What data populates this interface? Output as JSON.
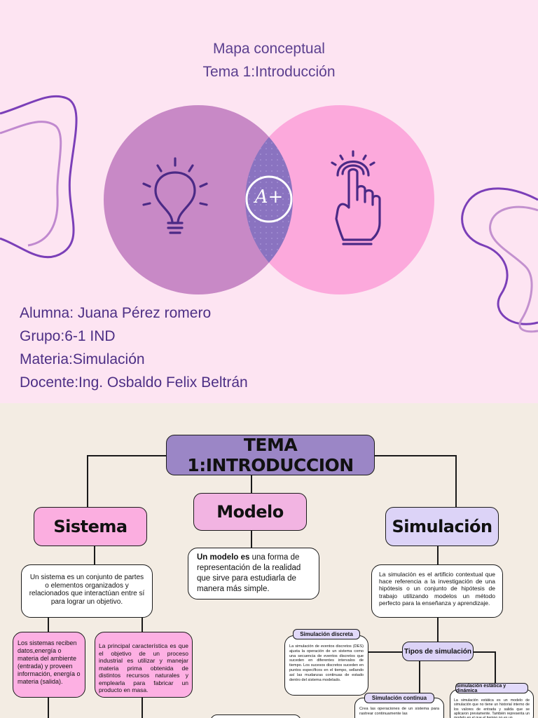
{
  "cover": {
    "title_line1": "Mapa conceptual",
    "title_line2": "Tema 1:Introducción",
    "center_badge": "A+",
    "student": "Alumna: Juana Pérez romero",
    "group": "Grupo:6-1 IND",
    "subject": "Materia:Simulación",
    "teacher": "Docente:Ing. Osbaldo Felix Beltrán",
    "colors": {
      "background": "#fde4f2",
      "left_circle": "#c889c6",
      "right_circle": "#fca9dc",
      "overlap": "#8a73c0",
      "icon": "#4b2a86"
    },
    "icons": [
      "lightbulb-icon",
      "a-plus-icon",
      "touch-hand-icon"
    ]
  },
  "concept_map": {
    "main_title": "TEMA 1:INTRODUCCION",
    "sistema": {
      "label": "Sistema",
      "definition": "Un sistema es un conjunto de partes o elementos organizados y relacionados que interactúan entre sí para lograr un objetivo.",
      "detail_left": "Los sistemas reciben datos,energía o materia del ambiente (entrada) y proveen información, energía o materia (salida).",
      "detail_right": "La principal característica es que el objetivo de un proceso industrial es utilizar y manejar materia prima obtenida de distintos recursos naturales y emplearla para fabricar un producto en masa."
    },
    "modelo": {
      "label": "Modelo",
      "definition_bold": "Un modelo es",
      "definition_rest": " una forma de representación de la realidad que sirve para estudiarla de manera más simple."
    },
    "simulacion": {
      "label": "Simulación",
      "definition": "La simulación es el artificio contextual que hace referencia a la investigación de una hipótesis o un conjunto de hipótesis de trabajo utilizando modelos un método perfecto para la enseñanza y aprendizaje.",
      "types_label": "Tipos de simulación",
      "discreta_label": "Simulación discreta",
      "discreta_text": "La simulación de eventos discretos (DES) ajusta la operación de un sistema como una secuencia de eventos discretos que suceden en diferentes intervalos de tiempo. Los sucesos discretos suceden en puntos específicos en el tiempo, sellando así las mudanzas continuas de estado dentro del sistema modelado.",
      "continua_label": "Simulación continua",
      "continua_text": "Crea las operaciones de un sistema para rastrear continuamente las",
      "estatica_label": "Simulación estática y dinámica",
      "estatica_text": "La simulación estática es un modelo de simulación que no tiene un historial interno de los valores de entrada y salida que se aplicaron previamente. También representa un modelo en el que el tiempo no es un"
    },
    "colors": {
      "background": "#f3ece3",
      "title_box": "#9b86c6",
      "sistema_box": "#fbaee0",
      "modelo_box": "#f2b4e2",
      "simulacion_box": "#dcd3f7",
      "detail_box": "#fdb0e3"
    }
  }
}
